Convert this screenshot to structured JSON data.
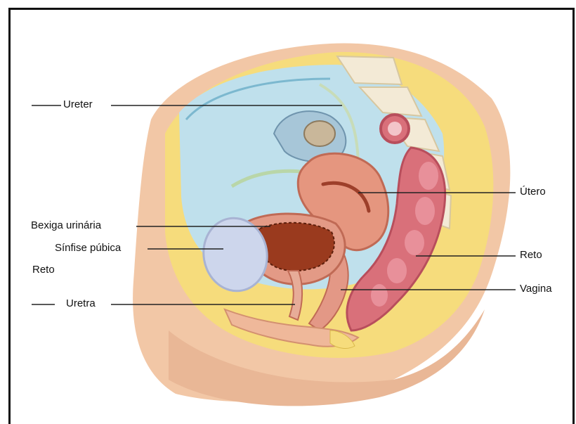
{
  "labels": {
    "ureter": "Ureter",
    "bexiga": "Bexiga urinária",
    "sinfise": "Sínfise púbica",
    "reto_left": "Reto",
    "uretra": "Uretra",
    "utero": "Útero",
    "reto_right": "Reto",
    "vagina": "Vagina"
  },
  "colors": {
    "skin": "#f2c7a6",
    "skin_shadow": "#e4a988",
    "fat": "#f6dc7c",
    "cavity": "#bfe0ec",
    "uterus": "#e5967f",
    "bladder_lumen": "#9a3a1e",
    "rectum": "#d9707a",
    "bone": "#f3ead6"
  }
}
